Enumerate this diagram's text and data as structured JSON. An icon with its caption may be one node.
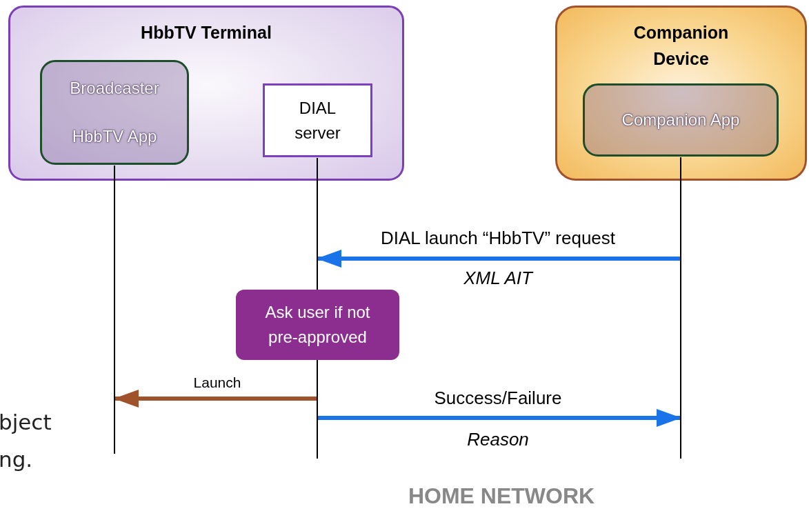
{
  "diagram": {
    "nodes": [
      {
        "text": [
          "HbbTV Terminal"
        ]
      },
      {
        "text": [
          "Broadcaster HbbTV App"
        ],
        "in": 0
      },
      {
        "text": [
          "DIAL server"
        ],
        "in": 0
      },
      {
        "text": [
          "Companion Device"
        ]
      },
      {
        "text": [
          "Companion App"
        ],
        "in": 3
      },
      {
        "text": [
          "Ask user if not pre-approved"
        ]
      },
      {
        "text": [],
        "shape": "bar"
      },
      {
        "text": [],
        "shape": "bar"
      },
      {
        "text": [],
        "shape": "bar"
      },
      {
        "text": [],
        "shape": "bar"
      }
    ],
    "edges": [
      {
        "from": 9,
        "to": 7,
        "arrow": "to",
        "label": "DIAL launch “HbbTV” request",
        "color": "#1a73e8"
      },
      {
        "from": 8,
        "to": 6,
        "arrow": "to",
        "label": "Launch",
        "color": "#a0522d"
      },
      {
        "from": 8,
        "to": 9,
        "arrow": "to",
        "label": "Success/Failure",
        "color": "#1a73e8"
      }
    ],
    "labels": [
      "XML AIT",
      "Reason",
      "bject",
      "ng.",
      "HOME NETWORK"
    ]
  }
}
